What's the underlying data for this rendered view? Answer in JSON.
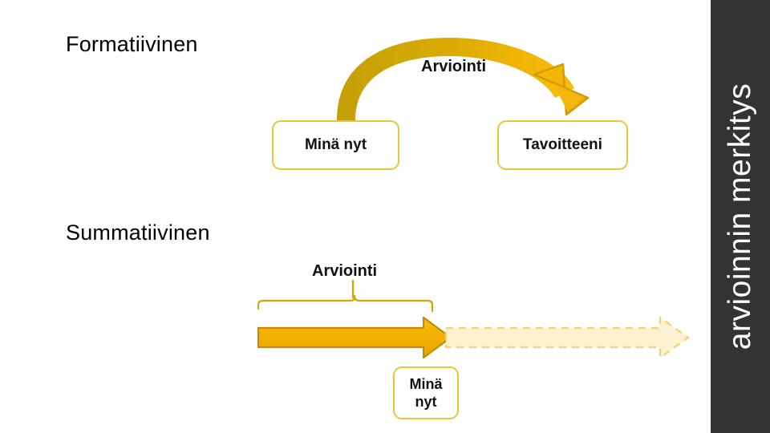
{
  "slide": {
    "background_color": "#ffffff",
    "sections": {
      "formative": {
        "heading": "Formatiivinen",
        "arrow_label": "Arviointi",
        "start_box": "Minä nyt",
        "end_box": "Tavoitteeni",
        "arrow_type": "curved-arc-arrow",
        "arrow_direction": "left-to-right-over-top"
      },
      "summative": {
        "heading": "Summatiivinen",
        "bracket_label": "Arviointi",
        "position_box_line1": "Minä",
        "position_box_line2": "nyt",
        "solid_arrow_label": "",
        "dashed_arrow_label": "",
        "arrow_type": "block-arrow-with-dashed-continuation",
        "arrow_direction": "left-to-right"
      }
    }
  },
  "sidebar": {
    "text": "arvioinnin merkitys",
    "background_color": "#333336",
    "text_color": "#ffffff",
    "orientation": "vertical-bottom-to-top"
  },
  "colors": {
    "gold_dark": "#c8a007",
    "gold_mid": "#e3a900",
    "gold_bright": "#f5b800",
    "gold_border": "#ecc43a",
    "gold_outline": "#c79100",
    "gold_faded_fill": "#fdf2cf",
    "gold_faded_stroke": "#f0d37a",
    "text_black": "#111111",
    "heading_black": "#000000"
  }
}
